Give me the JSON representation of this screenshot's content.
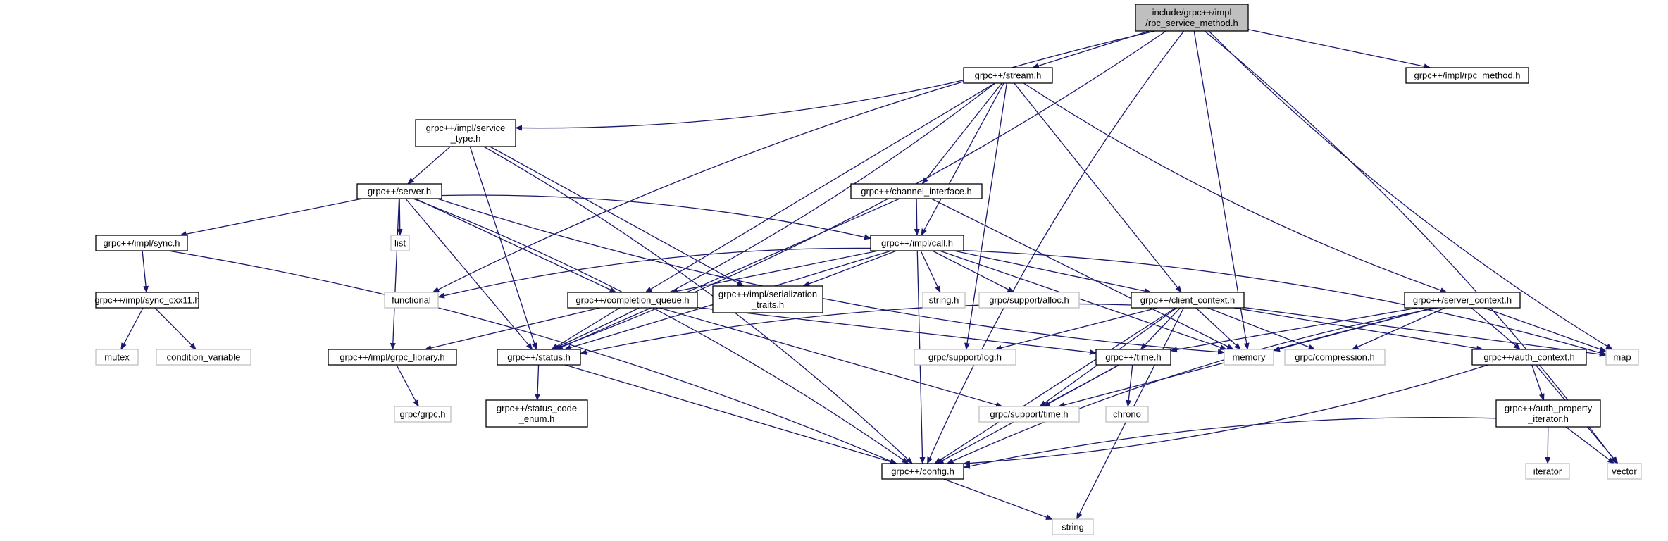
{
  "colors": {
    "edge": "#191970",
    "node_border": "#000000",
    "external_border": "#bfbfbf",
    "root_fill": "#bfbfbf",
    "node_fill": "#ffffff"
  },
  "nodes": {
    "root": {
      "lines": [
        "include/grpc++/impl",
        "/rpc_service_method.h"
      ],
      "kind": "root"
    },
    "stream": {
      "lines": [
        "grpc++/stream.h"
      ],
      "kind": "file"
    },
    "rpc_method": {
      "lines": [
        "grpc++/impl/rpc_method.h"
      ],
      "kind": "file"
    },
    "service_type": {
      "lines": [
        "grpc++/impl/service",
        "_type.h"
      ],
      "kind": "file"
    },
    "server": {
      "lines": [
        "grpc++/server.h"
      ],
      "kind": "file"
    },
    "channel_interface": {
      "lines": [
        "grpc++/channel_interface.h"
      ],
      "kind": "file"
    },
    "sync": {
      "lines": [
        "grpc++/impl/sync.h"
      ],
      "kind": "file"
    },
    "list": {
      "lines": [
        "list"
      ],
      "kind": "external"
    },
    "call": {
      "lines": [
        "grpc++/impl/call.h"
      ],
      "kind": "file"
    },
    "sync_cxx11": {
      "lines": [
        "grpc++/impl/sync_cxx11.h"
      ],
      "kind": "file"
    },
    "functional": {
      "lines": [
        "functional"
      ],
      "kind": "external"
    },
    "completion_queue": {
      "lines": [
        "grpc++/completion_queue.h"
      ],
      "kind": "file"
    },
    "serialization_traits": {
      "lines": [
        "grpc++/impl/serialization",
        "_traits.h"
      ],
      "kind": "file"
    },
    "string_h": {
      "lines": [
        "string.h"
      ],
      "kind": "external"
    },
    "alloc": {
      "lines": [
        "grpc/support/alloc.h"
      ],
      "kind": "external"
    },
    "client_context": {
      "lines": [
        "grpc++/client_context.h"
      ],
      "kind": "file"
    },
    "server_context": {
      "lines": [
        "grpc++/server_context.h"
      ],
      "kind": "file"
    },
    "mutex": {
      "lines": [
        "mutex"
      ],
      "kind": "external"
    },
    "condition_variable": {
      "lines": [
        "condition_variable"
      ],
      "kind": "external"
    },
    "grpc_library": {
      "lines": [
        "grpc++/impl/grpc_library.h"
      ],
      "kind": "file"
    },
    "status": {
      "lines": [
        "grpc++/status.h"
      ],
      "kind": "file"
    },
    "log": {
      "lines": [
        "grpc/support/log.h"
      ],
      "kind": "external"
    },
    "time": {
      "lines": [
        "grpc++/time.h"
      ],
      "kind": "file"
    },
    "memory": {
      "lines": [
        "memory"
      ],
      "kind": "external"
    },
    "compression": {
      "lines": [
        "grpc/compression.h"
      ],
      "kind": "external"
    },
    "auth_context": {
      "lines": [
        "grpc++/auth_context.h"
      ],
      "kind": "file"
    },
    "map": {
      "lines": [
        "map"
      ],
      "kind": "external"
    },
    "grpc_h": {
      "lines": [
        "grpc/grpc.h"
      ],
      "kind": "external"
    },
    "status_code_enum": {
      "lines": [
        "grpc++/status_code",
        "_enum.h"
      ],
      "kind": "file"
    },
    "support_time": {
      "lines": [
        "grpc/support/time.h"
      ],
      "kind": "external"
    },
    "chrono": {
      "lines": [
        "chrono"
      ],
      "kind": "external"
    },
    "auth_property_iterator": {
      "lines": [
        "grpc++/auth_property",
        "_iterator.h"
      ],
      "kind": "file"
    },
    "config": {
      "lines": [
        "grpc++/config.h"
      ],
      "kind": "file"
    },
    "iterator": {
      "lines": [
        "iterator"
      ],
      "kind": "external"
    },
    "vector": {
      "lines": [
        "vector"
      ],
      "kind": "external"
    },
    "string": {
      "lines": [
        "string"
      ],
      "kind": "external"
    }
  },
  "edges": [
    [
      "root",
      "stream"
    ],
    [
      "root",
      "rpc_method"
    ],
    [
      "root",
      "memory"
    ],
    [
      "root",
      "map"
    ],
    [
      "root",
      "vector"
    ],
    [
      "root",
      "config"
    ],
    [
      "root",
      "status"
    ],
    [
      "root",
      "functional"
    ],
    [
      "stream",
      "service_type"
    ],
    [
      "stream",
      "channel_interface"
    ],
    [
      "stream",
      "call"
    ],
    [
      "stream",
      "completion_queue"
    ],
    [
      "stream",
      "status"
    ],
    [
      "stream",
      "log"
    ],
    [
      "stream",
      "client_context"
    ],
    [
      "stream",
      "server_context"
    ],
    [
      "service_type",
      "server"
    ],
    [
      "service_type",
      "status"
    ],
    [
      "service_type",
      "config"
    ],
    [
      "service_type",
      "serialization_traits"
    ],
    [
      "server",
      "sync"
    ],
    [
      "server",
      "list"
    ],
    [
      "server",
      "call"
    ],
    [
      "server",
      "completion_queue"
    ],
    [
      "server",
      "grpc_library"
    ],
    [
      "server",
      "status"
    ],
    [
      "server",
      "config"
    ],
    [
      "server",
      "memory"
    ],
    [
      "channel_interface",
      "call"
    ],
    [
      "channel_interface",
      "status"
    ],
    [
      "channel_interface",
      "memory"
    ],
    [
      "sync",
      "sync_cxx11"
    ],
    [
      "sync",
      "config"
    ],
    [
      "sync_cxx11",
      "mutex"
    ],
    [
      "sync_cxx11",
      "condition_variable"
    ],
    [
      "call",
      "functional"
    ],
    [
      "call",
      "completion_queue"
    ],
    [
      "call",
      "serialization_traits"
    ],
    [
      "call",
      "string_h"
    ],
    [
      "call",
      "alloc"
    ],
    [
      "call",
      "client_context"
    ],
    [
      "call",
      "memory"
    ],
    [
      "call",
      "map"
    ],
    [
      "call",
      "status"
    ],
    [
      "call",
      "config"
    ],
    [
      "completion_queue",
      "grpc_library"
    ],
    [
      "completion_queue",
      "status"
    ],
    [
      "completion_queue",
      "time"
    ],
    [
      "completion_queue",
      "support_time"
    ],
    [
      "client_context",
      "status"
    ],
    [
      "client_context",
      "log"
    ],
    [
      "client_context",
      "time"
    ],
    [
      "client_context",
      "memory"
    ],
    [
      "client_context",
      "compression"
    ],
    [
      "client_context",
      "auth_context"
    ],
    [
      "client_context",
      "map"
    ],
    [
      "client_context",
      "support_time"
    ],
    [
      "client_context",
      "config"
    ],
    [
      "client_context",
      "string"
    ],
    [
      "server_context",
      "time"
    ],
    [
      "server_context",
      "memory"
    ],
    [
      "server_context",
      "compression"
    ],
    [
      "server_context",
      "auth_context"
    ],
    [
      "server_context",
      "map"
    ],
    [
      "server_context",
      "support_time"
    ],
    [
      "server_context",
      "config"
    ],
    [
      "grpc_library",
      "grpc_h"
    ],
    [
      "status",
      "status_code_enum"
    ],
    [
      "status",
      "config"
    ],
    [
      "time",
      "support_time"
    ],
    [
      "time",
      "chrono"
    ],
    [
      "time",
      "config"
    ],
    [
      "auth_context",
      "auth_property_iterator"
    ],
    [
      "auth_context",
      "vector"
    ],
    [
      "auth_context",
      "config"
    ],
    [
      "auth_property_iterator",
      "iterator"
    ],
    [
      "auth_property_iterator",
      "vector"
    ],
    [
      "auth_property_iterator",
      "config"
    ],
    [
      "config",
      "string"
    ]
  ]
}
